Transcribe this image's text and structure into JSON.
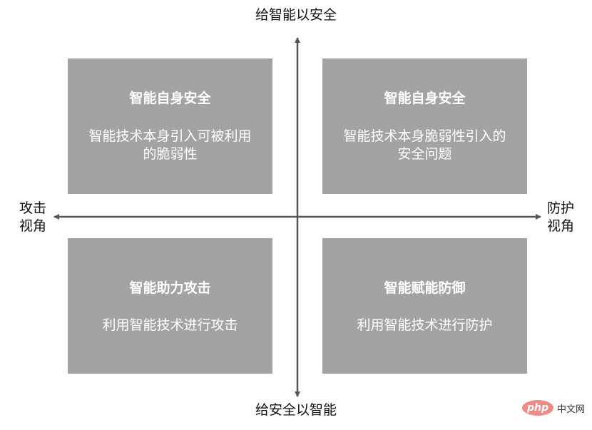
{
  "axes": {
    "top_label": "给智能以安全",
    "bottom_label": "给安全以智能",
    "left_label": [
      "攻击",
      "视角"
    ],
    "right_label": [
      "防护",
      "视角"
    ],
    "line_color": "#555555"
  },
  "quadrants": [
    {
      "position": "top-left",
      "title": "智能自身安全",
      "description_lines": [
        "智能技术本身引入可被利用",
        "的脆弱性"
      ]
    },
    {
      "position": "top-right",
      "title": "智能自身安全",
      "description_lines": [
        "智能技术本身脆弱性引入的",
        "安全问题"
      ]
    },
    {
      "position": "bottom-left",
      "title": "智能助力攻击",
      "description_lines": [
        "利用智能技术进行攻击"
      ]
    },
    {
      "position": "bottom-right",
      "title": "智能赋能防御",
      "description_lines": [
        "利用智能技术进行防护"
      ]
    }
  ],
  "colors": {
    "box_fill": "#a3a3a3",
    "box_text": "#ffffff",
    "label_text": "#111111"
  },
  "watermark": {
    "logo_text": "php",
    "text": "中文网"
  }
}
